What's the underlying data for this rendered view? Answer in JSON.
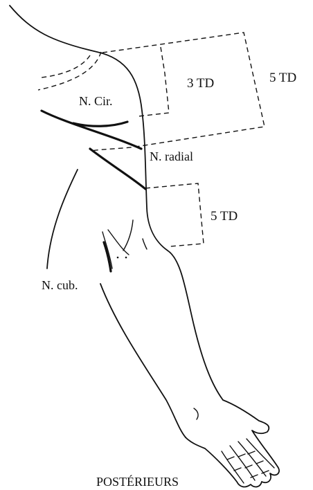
{
  "labels": {
    "n_cir": "N. Cir.",
    "n_radial": "N. radial",
    "n_cub": "N. cub.",
    "zone_3td": "3 TD",
    "zone_5td_upper": "5 TD",
    "zone_5td_lower": "5 TD",
    "caption": "POSTÉRIEURS"
  },
  "colors": {
    "ink": "#111111",
    "background": "#ffffff"
  }
}
